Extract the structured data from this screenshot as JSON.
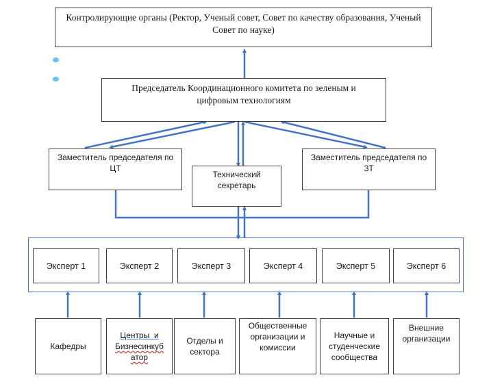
{
  "diagram": {
    "top_box": "Контролирующие органы (Ректор, Ученый совет, Совет по качеству образования, Ученый Совет по науке)",
    "chair_box": "Председатель Координационного комитета по зеленым и цифровым технологиям",
    "deputy_ct": "Заместитель председателя по ЦТ",
    "deputy_zt": "Заместитель председателя по ЗТ",
    "tech_secretary": "Технический секретарь",
    "experts": [
      "Эксперт 1",
      "Эксперт 2",
      "Эксперт 3",
      "Эксперт 4",
      "Эксперт 5",
      "Эксперт 6"
    ],
    "sources": [
      {
        "line1": "Кафедры"
      },
      {
        "line1": "Центры  и",
        "line2": "Бизнесинкуб",
        "line3": "атор"
      },
      {
        "line1": "Отделы и",
        "line2": "сектора"
      },
      {
        "line1": "Общественные",
        "line2": "организации и",
        "line3": "комиссии"
      },
      {
        "line1": "Научные и",
        "line2": "студенческие",
        "line3": "сообщества"
      },
      {
        "line1": "Внешние",
        "line2": "организации"
      }
    ],
    "connector_color": "#4472c4",
    "bullet_color": "#5cc8ff"
  }
}
